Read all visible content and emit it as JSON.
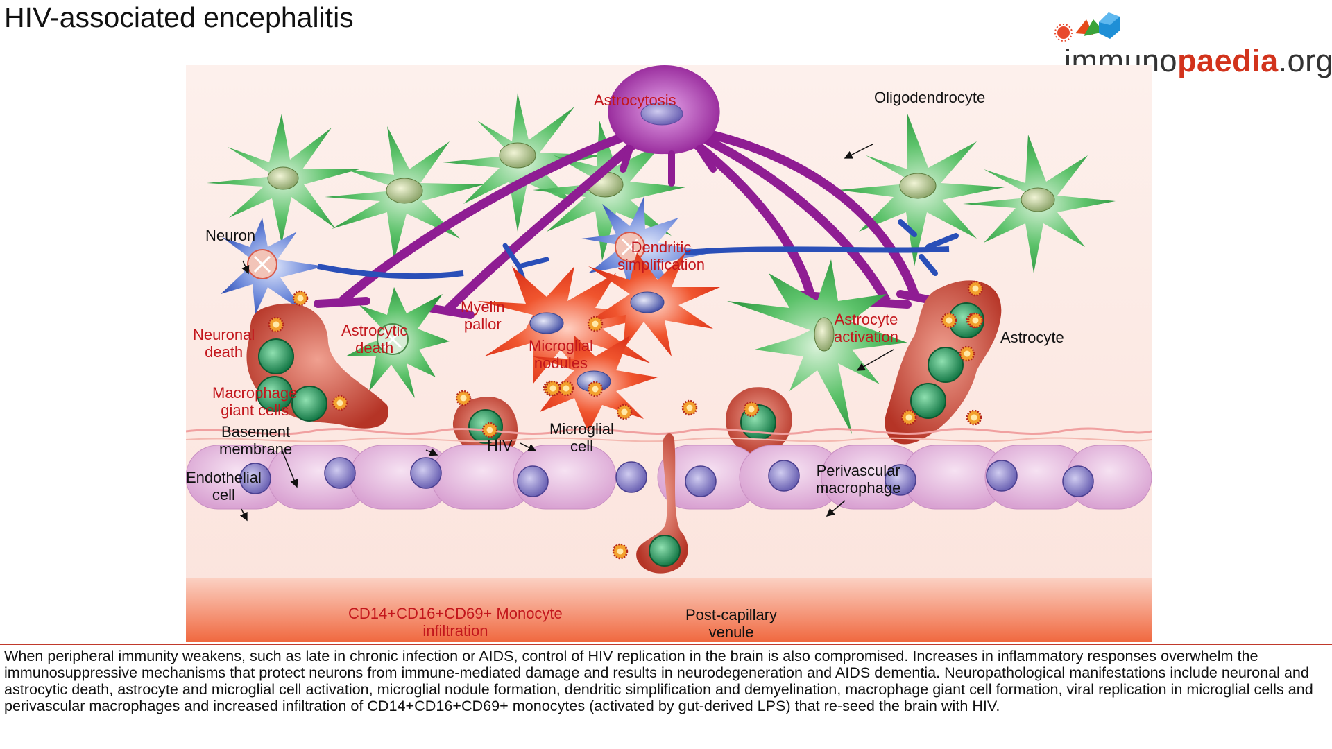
{
  "title": "HIV-associated encephalitis",
  "logo": {
    "part1": "immuno",
    "part2": "paedia",
    "part3": ".org"
  },
  "labels": {
    "astrocytosis": "Astrocytosis",
    "oligodendrocyte": "Oligodendrocyte",
    "neuron": "Neuron",
    "dendritic_simplification": "Dendritic\nsimplification",
    "neuronal_death": "Neuronal\ndeath",
    "astrocytic_death": "Astrocytic\ndeath",
    "myelin_pallor": "Myelin\npallor",
    "microglial_nodules": "Microglial\nnodules",
    "astrocyte_activation": "Astrocyte\nactivation",
    "astrocyte": "Astrocyte",
    "macrophage_giant_cells": "Macrophage\ngiant cells",
    "basement_membrane": "Basement\nmembrane",
    "microglial_cell": "Microglial\ncell",
    "hiv": "HIV",
    "endothelial_cell": "Endothelial\ncell",
    "perivascular_macrophage": "Perivascular\nmacrophage",
    "monocyte_infiltration": "CD14+CD16+CD69+ Monocyte\ninfiltration",
    "post_capillary_venule": "Post-capillary\nvenule"
  },
  "caption": "When peripheral immunity weakens, such as late in chronic infection or AIDS, control of HIV replication in the brain is also compromised. Increases in inflammatory responses overwhelm the immunosuppressive mechanisms that protect neurons from immune-mediated damage and results in neurodegeneration and AIDS dementia. Neuropathological manifestations include neuronal and astrocytic death, astrocyte and microglial cell activation, microglial nodule formation, dendritic simplification and demyelination, macrophage giant cell formation, viral replication in microglial cells and perivascular macrophages and increased infiltration of CD14+CD16+CD69+ monocytes (activated by gut-derived LPS) that re-seed the brain with HIV.",
  "colors": {
    "astrocyte": "#2e9e3e",
    "oligodendrocyte": "#9c1f9c",
    "neuron": "#2a4fb8",
    "microglia": "#e8391e",
    "macrophage": "#b83a2c",
    "endothelium": "#e6b3df",
    "nucleus": "#8f86c9",
    "label_red": "#c3161c"
  }
}
